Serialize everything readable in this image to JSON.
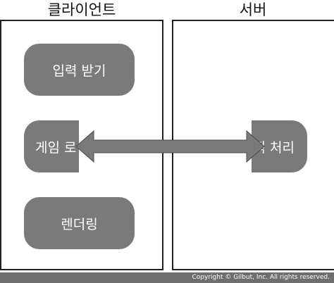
{
  "columns": {
    "client_title": "클라이언트",
    "server_title": "서버"
  },
  "client_boxes": {
    "input": "입력 받기",
    "logic_partial": "게임 로",
    "render": "렌더링"
  },
  "server_boxes": {
    "logic_partial": "직 처리"
  },
  "footer": {
    "copyright": "Copyright © Gilbut, Inc. All rights reserved."
  },
  "colors": {
    "box_fill": "#7a7a7a",
    "arrow_fill": "#7a7a7a",
    "panel_border": "#222222",
    "footer_bar": "#6e6e6e"
  }
}
